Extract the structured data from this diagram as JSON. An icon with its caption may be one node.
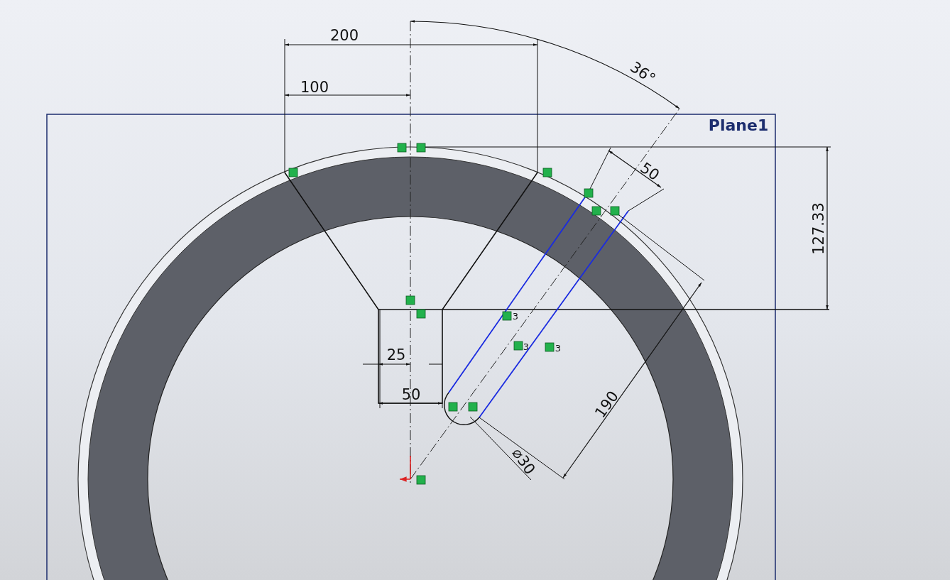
{
  "diagram": {
    "labels": [
      "200",
      "100",
      "36°",
      "Plane1",
      "50",
      "127.33",
      "25",
      "50",
      "190",
      "⌀30",
      "3",
      "3",
      "3"
    ]
  }
}
